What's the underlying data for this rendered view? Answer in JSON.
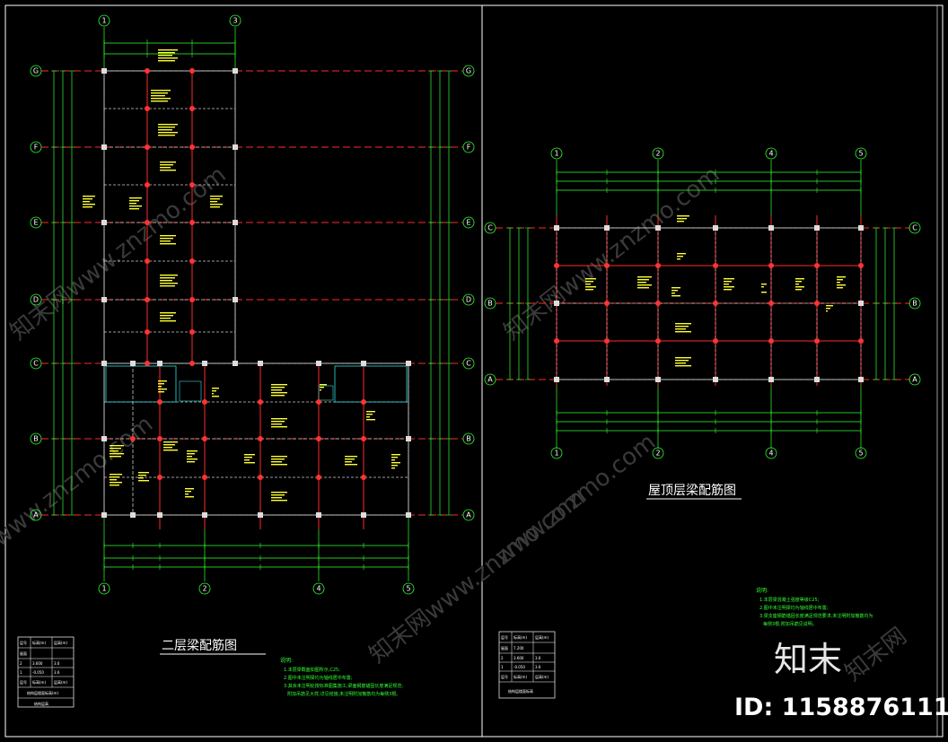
{
  "left_plan": {
    "title": "二层梁配筋图",
    "x_axes": [
      "1",
      "3"
    ],
    "x_axes_bottom": [
      "1",
      "2",
      "4",
      "5"
    ],
    "y_axes": [
      "G",
      "F",
      "E",
      "D",
      "C",
      "B",
      "A"
    ],
    "notes_heading": "说明:",
    "notes": [
      "1.本层梁截面如图所示,C25;",
      "2.图中未注明梁均为轴线居中布置;",
      "3.其余未注明处按标准图集施工,梁面钢筋锚固长度满足规范;",
      "附加吊筋见大样,详见结施,未注明附加箍筋均为每侧3根。"
    ],
    "legend_table": {
      "rows": [
        [
          "层号",
          "标高(m)",
          "层高(m)"
        ],
        [
          "屋面",
          "",
          ""
        ],
        [
          "2",
          "3.600",
          "3.6"
        ],
        [
          "1",
          "-0.050",
          "3.6"
        ],
        [
          "层号",
          "标高(m)",
          "层高(m)"
        ]
      ],
      "caption1": "结构层楼面标高(m)",
      "caption2": "结构层高"
    }
  },
  "right_plan": {
    "title": "屋顶层梁配筋图",
    "x_axes": [
      "1",
      "2",
      "4",
      "5"
    ],
    "y_axes": [
      "C",
      "B",
      "A"
    ],
    "notes_heading": "说明:",
    "notes": [
      "1.本层梁混凝土强度等级C25;",
      "2.图中未注明梁均为轴线居中布置;",
      "3.梁支座钢筋锚固长度满足规范要求,未注明附加箍筋均为",
      "每侧3根,附加吊筋见说明。"
    ],
    "legend_table": {
      "rows": [
        [
          "层号",
          "标高(m)",
          "层高(m)"
        ],
        [
          "屋面",
          "7.200",
          ""
        ],
        [
          "2",
          "3.600",
          "3.6"
        ],
        [
          "1",
          "-0.050",
          "3.6"
        ],
        [
          "层号",
          "标高(m)",
          "层高(m)"
        ]
      ],
      "caption1": "结构层楼面标高"
    }
  },
  "watermarks": [
    "知末网www.znzmo.com",
    "www.znzmo.com",
    "知末网www.znzmo.com",
    "www.znzmo.com",
    "知末网"
  ],
  "brand": "知末",
  "id_label": "ID: 1158876111",
  "colors": {
    "background": "#000000",
    "axis_lines": "#33ff33",
    "beams_red": "#ff2a2a",
    "dim_lines": "#33ff33",
    "beam_labels": "#ffff33",
    "columns": "#dddddd",
    "frame": "#ffffff",
    "watermark": "#3a3a3a"
  }
}
